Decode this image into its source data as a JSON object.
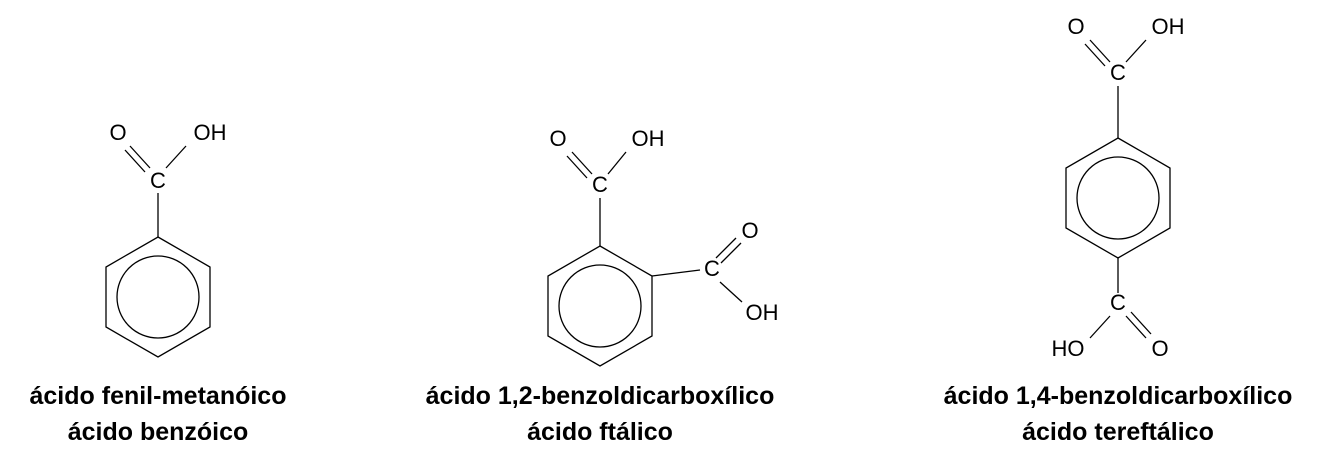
{
  "molecules": [
    {
      "atoms": {
        "c": "C",
        "o": "O",
        "oh": "OH"
      },
      "name_iupac": "ácido fenil-metanóico",
      "name_common": "ácido benzóico"
    },
    {
      "atoms": {
        "c1": "C",
        "o1": "O",
        "oh1": "OH",
        "c2": "C",
        "o2": "O",
        "oh2": "OH"
      },
      "name_iupac": "ácido 1,2-benzoldicarboxílico",
      "name_common": "ácido ftálico"
    },
    {
      "atoms": {
        "c1": "C",
        "o1": "O",
        "oh1": "OH",
        "c2": "C",
        "o2": "O",
        "oh2": "HO"
      },
      "name_iupac": "ácido 1,4-benzoldicarboxílico",
      "name_common": "ácido tereftálico"
    }
  ]
}
